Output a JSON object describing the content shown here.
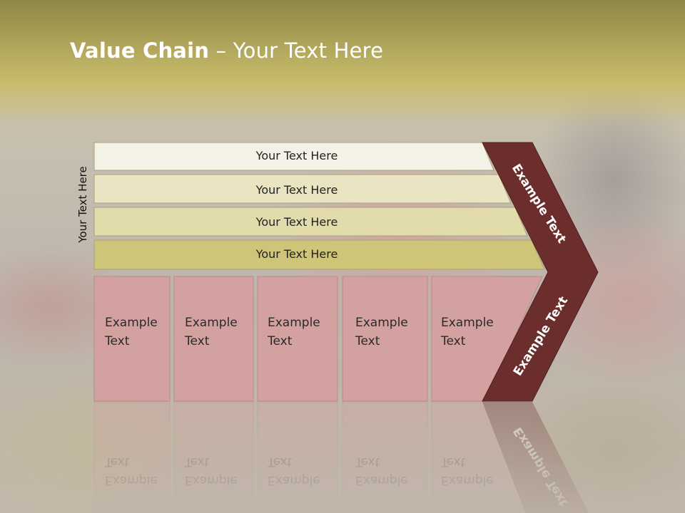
{
  "slide": {
    "title_strong": "Value Chain",
    "title_rest": " – Your Text Here",
    "side_label": "Your Text Here"
  },
  "bands": [
    {
      "label": "Your Text Here",
      "color": "#f4f2e6"
    },
    {
      "label": "Your Text Here",
      "color": "#eae4c3"
    },
    {
      "label": "Your Text Here",
      "color": "#e2dbab"
    },
    {
      "label": "Your Text Here",
      "color": "#cec578"
    }
  ],
  "boxes": [
    {
      "line1": "Example",
      "line2": "Text"
    },
    {
      "line1": "Example",
      "line2": "Text"
    },
    {
      "line1": "Example",
      "line2": "Text"
    },
    {
      "line1": "Example",
      "line2": "Text"
    },
    {
      "line1": "Example",
      "line2": "Text"
    }
  ],
  "chevron": {
    "upper_label": "Example Text",
    "lower_label": "Example Text",
    "color": "#6b2e2c"
  },
  "colors": {
    "box_fill": "#d4a1a1",
    "box_stroke": "#b98c8c",
    "band_stroke": "#a8a27a"
  }
}
